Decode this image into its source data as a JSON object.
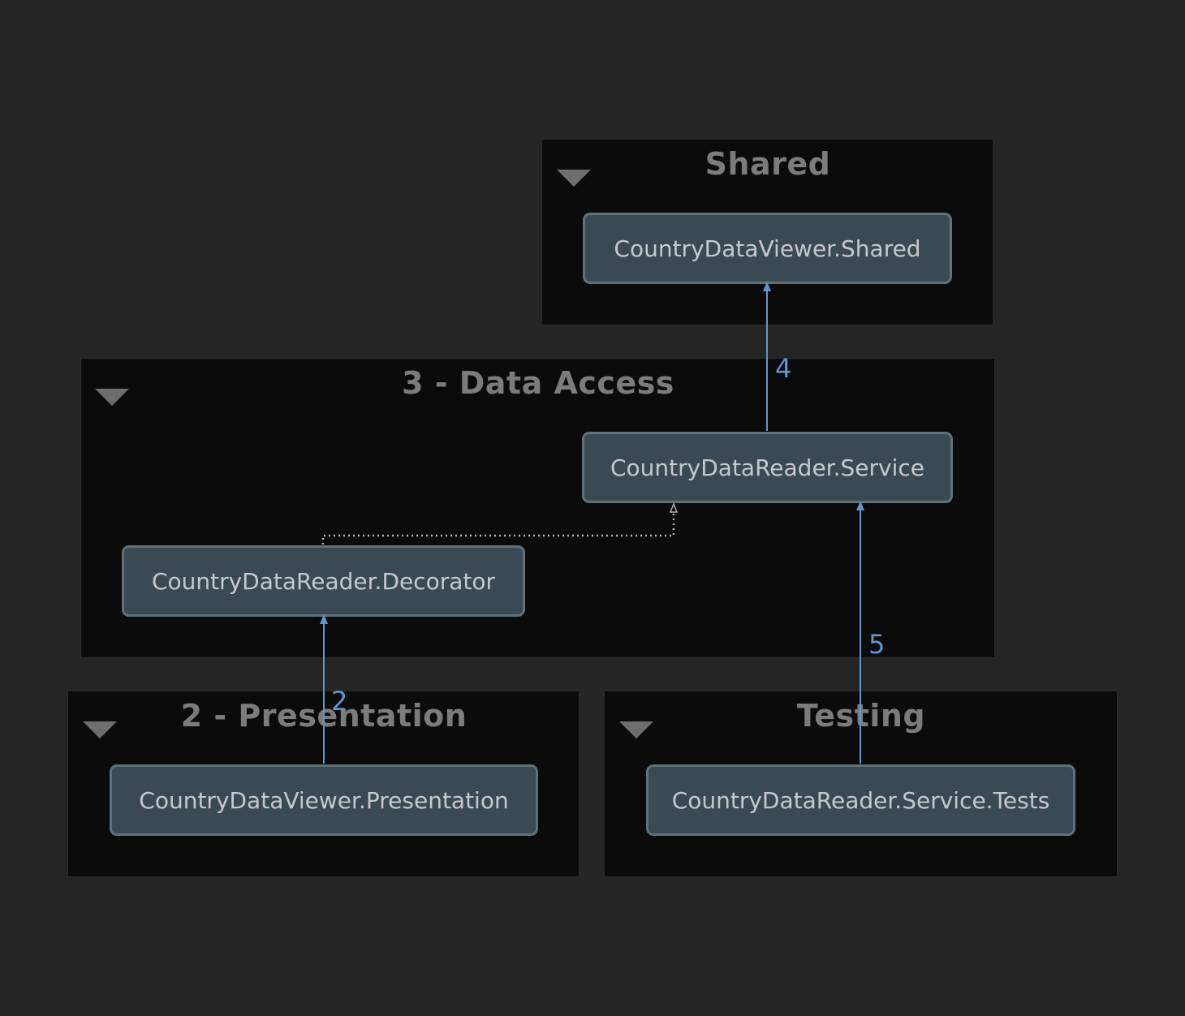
{
  "groups": {
    "shared": {
      "title": "Shared"
    },
    "data_access": {
      "title": "3 - Data Access"
    },
    "presentation": {
      "title": "2 - Presentation"
    },
    "testing": {
      "title": "Testing"
    }
  },
  "nodes": {
    "shared": {
      "label": "CountryDataViewer.Shared"
    },
    "service": {
      "label": "CountryDataReader.Service"
    },
    "decorator": {
      "label": "CountryDataReader.Decorator"
    },
    "presentation": {
      "label": "CountryDataViewer.Presentation"
    },
    "service_tests": {
      "label": "CountryDataReader.Service.Tests"
    }
  },
  "edges": [
    {
      "from": "service",
      "to": "shared",
      "label": "4",
      "style": "solid"
    },
    {
      "from": "decorator",
      "to": "service",
      "label": "",
      "style": "dotted"
    },
    {
      "from": "presentation",
      "to": "decorator",
      "label": "2",
      "style": "solid"
    },
    {
      "from": "service_tests",
      "to": "service",
      "label": "5",
      "style": "solid"
    }
  ],
  "colors": {
    "background": "#252525",
    "group_fill": "#0b0b0b",
    "node_fill": "#3a4a52",
    "node_border": "#617179",
    "edge": "#5f97cf",
    "dotted_edge": "#b5b5b5"
  },
  "icons": {
    "group_toggle": "chevron-down-icon"
  }
}
